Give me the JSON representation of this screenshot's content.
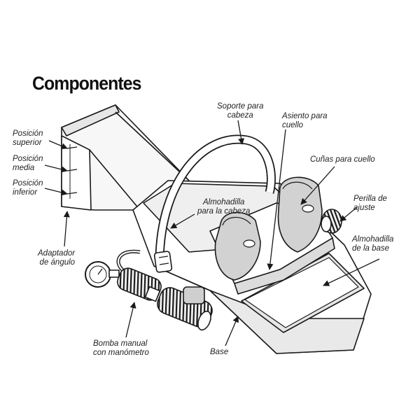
{
  "title": "Componentes",
  "labels": {
    "soporte_cabeza": [
      "Soporte para",
      "cabeza"
    ],
    "asiento_cuello": [
      "Asiento para",
      "cuello"
    ],
    "cunas_cuello": [
      "Cuñas para cuello"
    ],
    "perilla_ajuste": [
      "Perilla de",
      "ajuste"
    ],
    "almohadilla_base": [
      "Almohadilla",
      "de la base"
    ],
    "almohadilla_cabeza": [
      "Almohadilla",
      "para la cabeza"
    ],
    "posicion_superior": [
      "Posición",
      "superior"
    ],
    "posicion_media": [
      "Posición",
      "media"
    ],
    "posicion_inferior": [
      "Posición",
      "inferior"
    ],
    "adaptador_angulo": [
      "Adaptador",
      "de ángulo"
    ],
    "bomba_manual": [
      "Bomba manual",
      "con manómetro"
    ],
    "base": [
      "Base"
    ]
  },
  "colors": {
    "ink": "#1a1a1a",
    "shade_light": "#e6e6e6",
    "shade_mid": "#c8c8c8",
    "shade_dark": "#8a8a8a"
  }
}
